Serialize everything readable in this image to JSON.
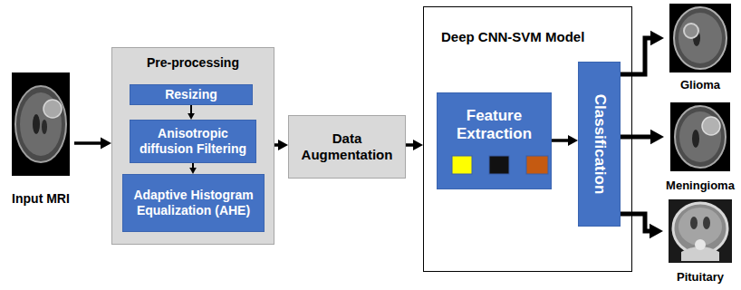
{
  "diagram": {
    "nodes": [
      {
        "text": [
          "Input MRI"
        ]
      },
      {
        "text": [
          "Pre-processing"
        ]
      },
      {
        "text": [
          "Resizing"
        ],
        "in": 1
      },
      {
        "text": [
          "Anisotropic diffusion Filtering"
        ],
        "in": 1
      },
      {
        "text": [
          "Adaptive Histogram Equalization (AHE)"
        ],
        "in": 1
      },
      {
        "text": [
          "Data Augmentation"
        ]
      },
      {
        "text": [
          "Deep CNN-SVM Model"
        ]
      },
      {
        "text": [
          "Feature Extraction"
        ],
        "in": 6
      },
      {
        "text": [
          "Classification"
        ],
        "in": 6
      },
      {
        "text": [
          "Glioma"
        ]
      },
      {
        "text": [
          "Meningioma"
        ]
      },
      {
        "text": [
          "Pituitary"
        ]
      }
    ],
    "edges": [
      {
        "from": 0,
        "to": 1,
        "arrow": "to"
      },
      {
        "from": 2,
        "to": 3,
        "arrow": "to"
      },
      {
        "from": 3,
        "to": 4,
        "arrow": "to"
      },
      {
        "from": 1,
        "to": 5,
        "arrow": "to"
      },
      {
        "from": 5,
        "to": 6,
        "arrow": "to"
      },
      {
        "from": 7,
        "to": 8,
        "arrow": "to"
      },
      {
        "from": 8,
        "to": 9,
        "arrow": "to"
      },
      {
        "from": 8,
        "to": 10,
        "arrow": "to"
      },
      {
        "from": 8,
        "to": 11,
        "arrow": "to"
      }
    ]
  }
}
